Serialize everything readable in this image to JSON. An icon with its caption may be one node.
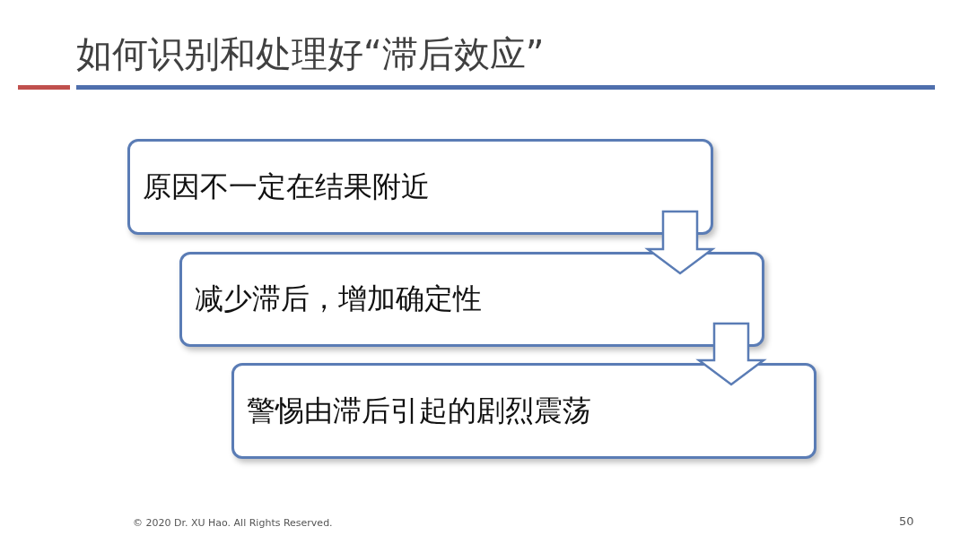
{
  "diagram": {
    "title": "如何识别和处理好“滞后效应”",
    "nodes": [
      {
        "text": [
          "原因不一定在结果附近"
        ]
      },
      {
        "text": [
          "减少滞后，增加确定性"
        ]
      },
      {
        "text": [
          "警惕由滞后引起的剧烈震荡"
        ]
      }
    ],
    "edges": [
      {
        "from": 0,
        "to": 1,
        "arrow": "to"
      },
      {
        "from": 1,
        "to": 2,
        "arrow": "to"
      }
    ],
    "labels": [
      "© 2020 Dr. XU Hao. All Rights Reserved.",
      "50"
    ]
  }
}
